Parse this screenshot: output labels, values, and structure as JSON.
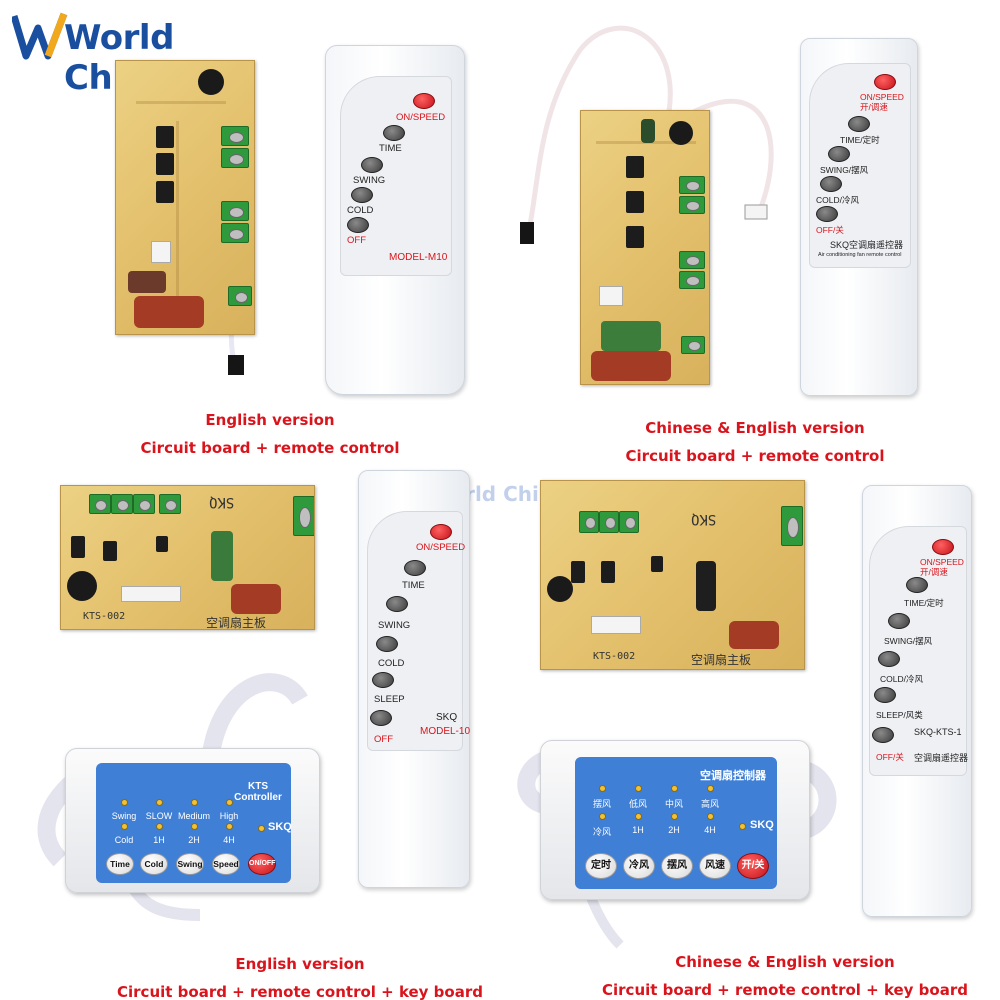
{
  "logo": {
    "text": "World Chips"
  },
  "watermark": "World Chips",
  "sections": [
    {
      "caption_line1": "English version",
      "caption_line2": "Circuit board + remote control",
      "remote": {
        "buttons": [
          "ON/SPEED",
          "TIME",
          "SWING",
          "COLD",
          "OFF"
        ],
        "model": "MODEL-M10"
      }
    },
    {
      "caption_line1": "Chinese & English version",
      "caption_line2": "Circuit board + remote control",
      "remote": {
        "buttons": [
          "ON/SPEED 开/调速",
          "TIME/定时",
          "SWING/摆风",
          "COLD/冷风",
          "OFF/关"
        ],
        "model": "SKQ空调扇遥控器",
        "model_sub": "Air conditioning fan remote control"
      }
    },
    {
      "caption_line1": "English version",
      "caption_line2": "Circuit board + remote control + key board",
      "board_labels": [
        "KTS-002",
        "空调扇主板",
        "SKQ"
      ],
      "remote": {
        "buttons": [
          "ON/SPEED",
          "TIME",
          "SWING",
          "COLD",
          "SLEEP",
          "OFF"
        ],
        "brand": "SKQ",
        "model": "MODEL-10"
      },
      "keyboard": {
        "title": "KTS Controller",
        "led_top": [
          "Swing",
          "SLOW",
          "Medium",
          "High"
        ],
        "led_bottom": [
          "Cold",
          "1H",
          "2H",
          "4H"
        ],
        "buttons": [
          "Time",
          "Cold",
          "Swing",
          "Speed",
          "ON/OFF"
        ],
        "brand": "SKQ"
      }
    },
    {
      "caption_line1": "Chinese & English version",
      "caption_line2": "Circuit board + remote control + key board",
      "board_labels": [
        "KTS-002",
        "空调扇主板",
        "SKQ"
      ],
      "remote": {
        "buttons": [
          "ON/SPEED 开/调速",
          "TIME/定时",
          "SWING/摆风",
          "COLD/冷风",
          "SLEEP/风类",
          "OFF/关"
        ],
        "model": "SKQ-KTS-1",
        "model_sub": "空调扇遥控器"
      },
      "keyboard": {
        "title": "空调扇控制器",
        "led_top": [
          "摆风",
          "低风",
          "中风",
          "高风"
        ],
        "led_bottom": [
          "冷风",
          "1H",
          "2H",
          "4H"
        ],
        "buttons": [
          "定时",
          "冷风",
          "摆风",
          "风速",
          "开/关"
        ],
        "brand": "SKQ"
      }
    }
  ],
  "colors": {
    "caption": "#d9141c",
    "logo": "#1a4fa0",
    "keypanel": "#3f7fd6",
    "pcb": "#e3c06c"
  }
}
